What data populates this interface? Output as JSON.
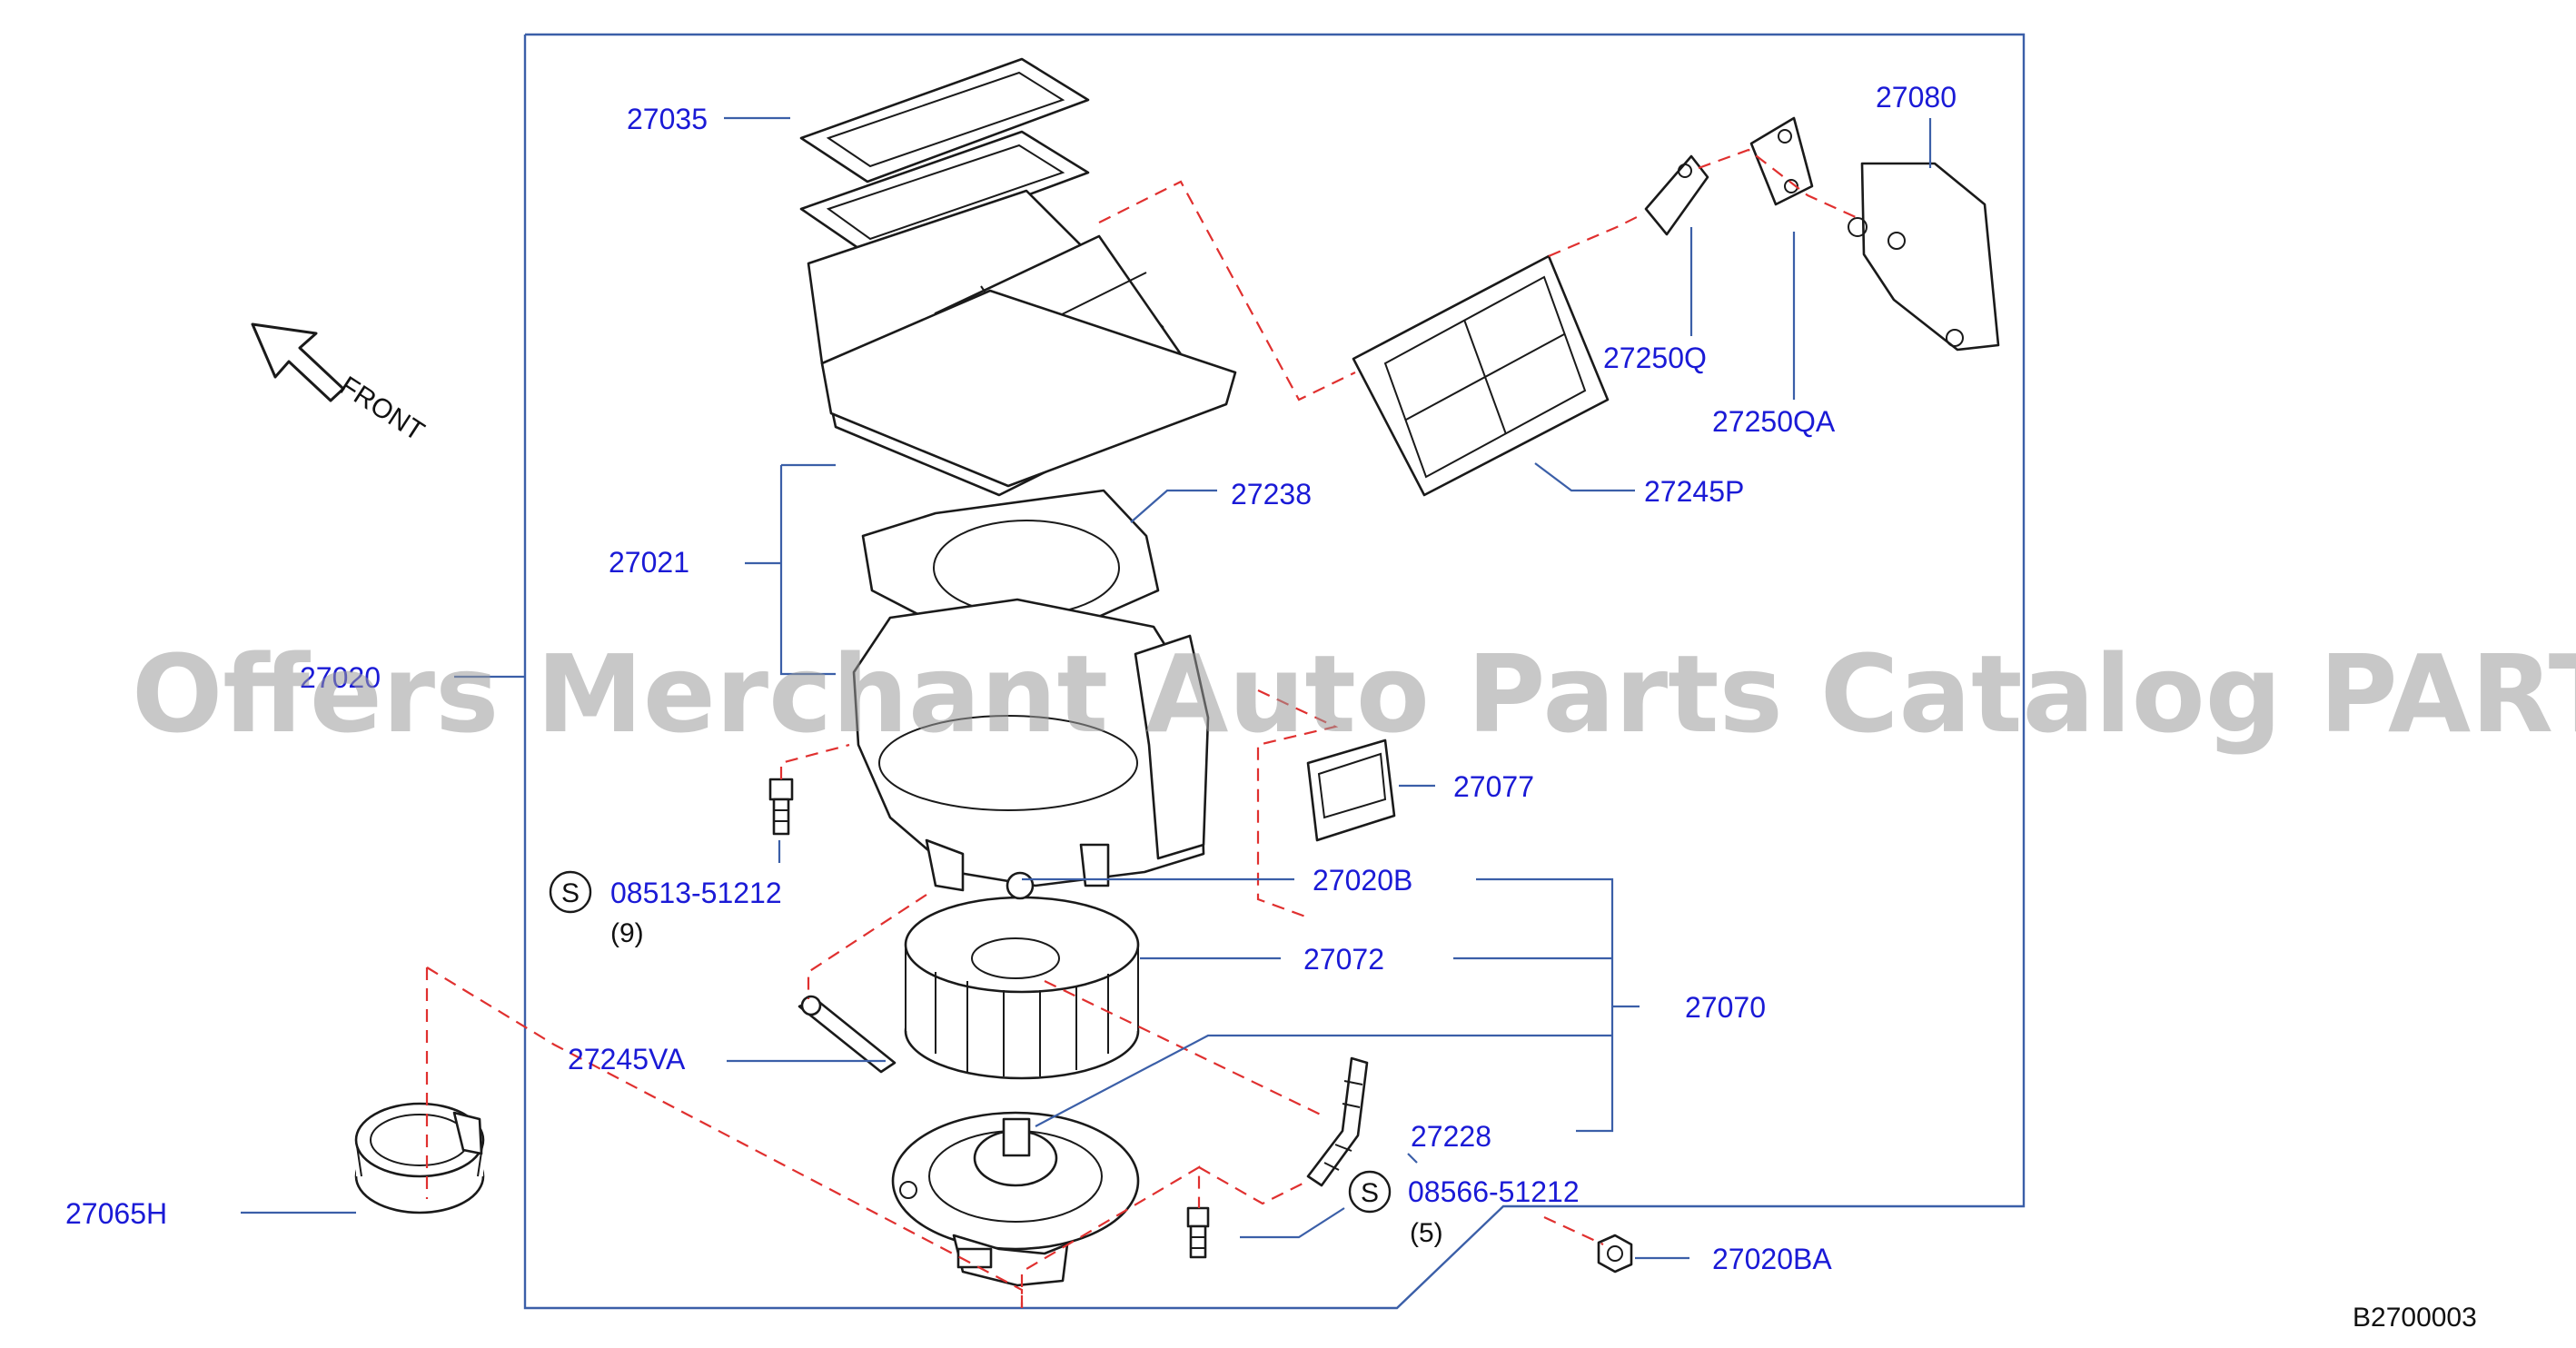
{
  "diagram": {
    "code": "B2700003",
    "front_label": "FRONT",
    "watermark": "Offers Merchant Auto Parts Catalog PARTSTORE.SA",
    "service_symbol": "S",
    "labels": {
      "p27035": "27035",
      "p27080": "27080",
      "p27250Q": "27250Q",
      "p27250QA": "27250QA",
      "p27245P": "27245P",
      "p27238": "27238",
      "p27021": "27021",
      "p27020": "27020",
      "p27077": "27077",
      "p27020B": "27020B",
      "p08513": "08513-51212",
      "q08513": "(9)",
      "p27072": "27072",
      "p27070": "27070",
      "p27245VA": "27245VA",
      "p27228": "27228",
      "p27065H": "27065H",
      "p08566": "08566-51212",
      "q08566": "(5)",
      "p27020BA": "27020BA"
    }
  }
}
